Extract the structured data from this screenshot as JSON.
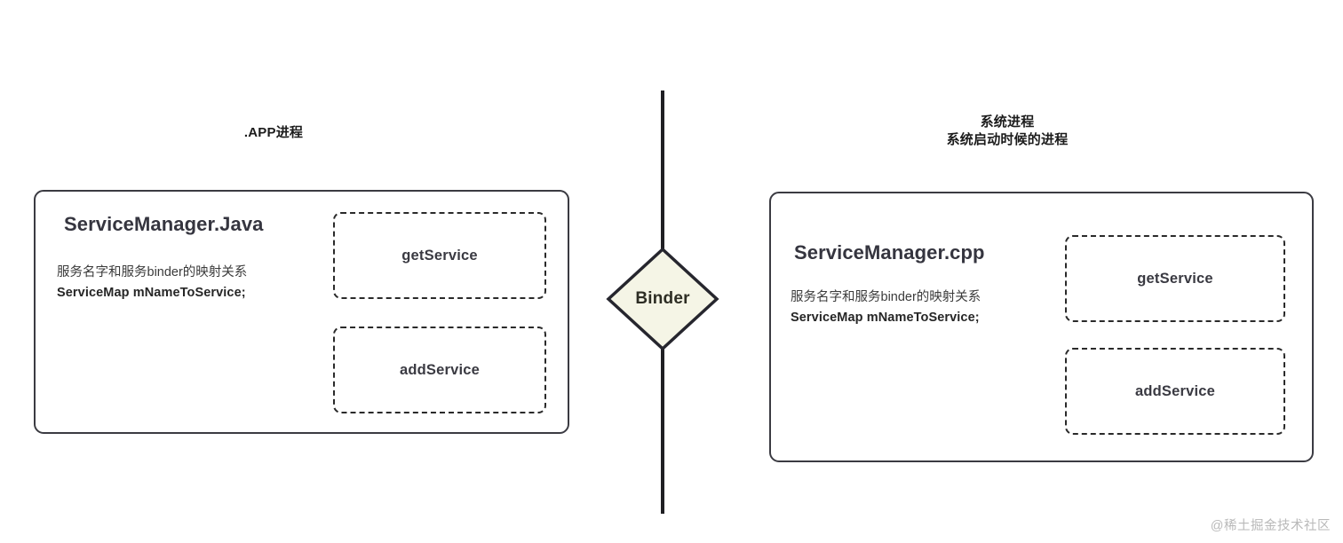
{
  "diagram": {
    "title_left": ".APP进程",
    "title_right": "系统进程\n系统启动时候的进程",
    "watermark": "@稀土掘金技术社区",
    "colors": {
      "stroke": "#3b3b42",
      "text": "#35353f",
      "binder_fill": "#F5F5E6",
      "binder_stroke": "#26262e",
      "divider": "#1f1f23",
      "watermark": "#b9b9b9"
    }
  },
  "app_process": {
    "heading": "ServiceManager.Java",
    "desc_line1": "服务名字和服务binder的映射关系",
    "desc_line2": "ServiceMap mNameToService;",
    "methods": [
      {
        "label": "getService"
      },
      {
        "label": "addService"
      }
    ]
  },
  "system_process": {
    "heading": "ServiceManager.cpp",
    "desc_line1": "服务名字和服务binder的映射关系",
    "desc_line2": "ServiceMap mNameToService;",
    "methods": [
      {
        "label": "getService"
      },
      {
        "label": "addService"
      }
    ]
  },
  "binder": {
    "label": "Binder"
  }
}
